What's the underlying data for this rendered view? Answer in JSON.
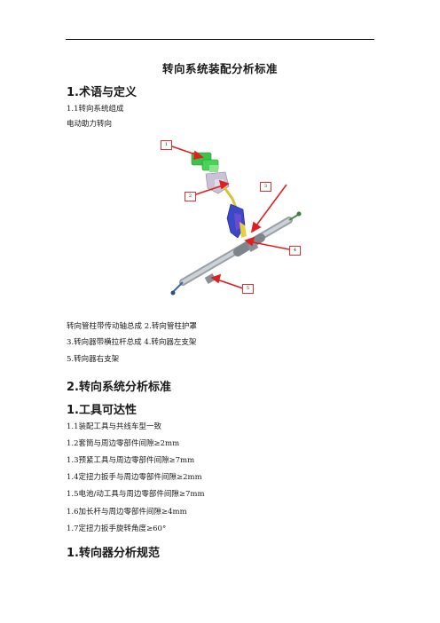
{
  "doc": {
    "title": "转向系统装配分析标准",
    "section1_heading": "1.术语与定义",
    "s1_1": "1.1转向系统组成",
    "s1_type": "电动助力转向",
    "figure": {
      "callouts": [
        "1",
        "2",
        "3",
        "4",
        "5"
      ],
      "accent_color": "#e02020"
    },
    "legend_line1": "转向管柱带传动轴总成   2.转向管柱护罩",
    "legend_line2": "3.转向器带横拉杆总成      4.转向器左支架",
    "legend_line3": "5.转向器右支架",
    "section2_heading": "2.转向系统分析标准",
    "sub1_heading": "1.工具可达性",
    "items": [
      "1.1装配工具与共线车型一致",
      "1.2套筒与周边零部件间隙≥2mm",
      "1.3预紧工具与周边零部件间隙≥7mm",
      "1.4定扭力扳手与周边零部件间隙≥2mm",
      "1.5电池/动工具与周边零部件间隙≥7mm",
      "1.6加长杆与周边零部件间隙≥4mm",
      "1.7定扭力扳手旋转角度≥60°"
    ],
    "sub2_heading": "1.转向器分析规范"
  }
}
